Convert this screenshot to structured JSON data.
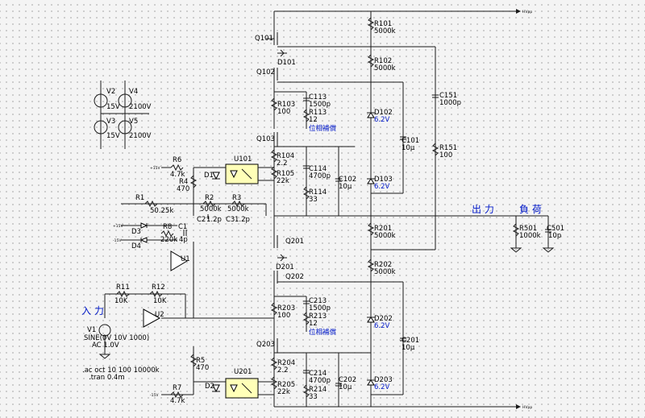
{
  "labels": {
    "Q101": "Q101",
    "D101": "D101",
    "Q102": "Q102",
    "Q103": "Q103",
    "R101": "R101",
    "R101v": "5000k",
    "R102": "R102",
    "R102v": "5000k",
    "C151": "C151",
    "C151v": "1000p",
    "R103": "R103",
    "R103v": "100",
    "C113": "C113",
    "C113v": "1500p",
    "R113": "R113",
    "R113v": "12",
    "phase1": "位相補償",
    "D102": "D102",
    "D102v": "6.2V",
    "C101": "C101",
    "C101v": "10µ",
    "R151": "R151",
    "R151v": "100",
    "R104": "R104",
    "R104v": "2.2",
    "R105": "R105",
    "R105v": "22k",
    "C114": "C114",
    "C114v": "4700p",
    "C102": "C102",
    "C102v": "10µ",
    "R114": "R114",
    "R114v": "33",
    "D103": "D103",
    "D103v": "6.2V",
    "U101": "U101",
    "D1": "D1",
    "R6": "R6",
    "R6v": "4.7k",
    "R4": "R4",
    "R4v": "470",
    "V2": "V2",
    "V2v": "15V",
    "V3": "V3",
    "V3v": "15V",
    "V4": "V4",
    "V4v": "2100V",
    "V5": "V5",
    "V5v": "2100V",
    "R1": "R1",
    "R1v": "50.25k",
    "R2": "R2",
    "R2v": "5000k",
    "R3": "R3",
    "R3v": "5000k",
    "C2": "C2",
    "C2v": "1.2p",
    "C3": "C3",
    "C3v": "1.2p",
    "D3": "D3",
    "D4": "D4",
    "R8": "R8",
    "R8v": "220k",
    "C1": "C1",
    "C1v": "4p",
    "U1": "U1",
    "out_label": "出 力",
    "load_label": "負 荷",
    "R501": "R501",
    "R501v": "1000k",
    "C501": "C501",
    "C501v": "10p",
    "R201": "R201",
    "R201v": "5000k",
    "Q201": "Q201",
    "D201": "D201",
    "R202": "R202",
    "R202v": "5000k",
    "Q202": "Q202",
    "R203": "R203",
    "R203v": "100",
    "C213": "C213",
    "C213v": "1500p",
    "R213": "R213",
    "R213v": "12",
    "phase2": "位相補償",
    "D202": "D202",
    "D202v": "6.2V",
    "C201": "C201",
    "C201v": "10µ",
    "Q203": "Q203",
    "R204": "R204",
    "R204v": "2.2",
    "R205": "R205",
    "R205v": "22k",
    "C214": "C214",
    "C214v": "4700p",
    "C202": "C202",
    "C202v": "10µ",
    "R214": "R214",
    "R214v": "33",
    "D203": "D203",
    "D203v": "6.2V",
    "U201": "U201",
    "D2": "D2",
    "R5": "R5",
    "R5v": "470",
    "R7": "R7",
    "R7v": "4.7k",
    "in_label": "入 力",
    "R11": "R11",
    "R11v": "10K",
    "R12": "R12",
    "R12v": "10K",
    "U2": "U2",
    "V1": "V1",
    "V1v": "SINE(0V 10V 1000)",
    "V1ac": "AC 1.0V",
    "directive1": ".ac oct 10 100 10000k",
    "directive2": ".tran 0.4m"
  },
  "net_labels": {
    "hvp": "HVpp",
    "hvm": "HVpp",
    "p15": "+15V",
    "m15": "-15V"
  }
}
